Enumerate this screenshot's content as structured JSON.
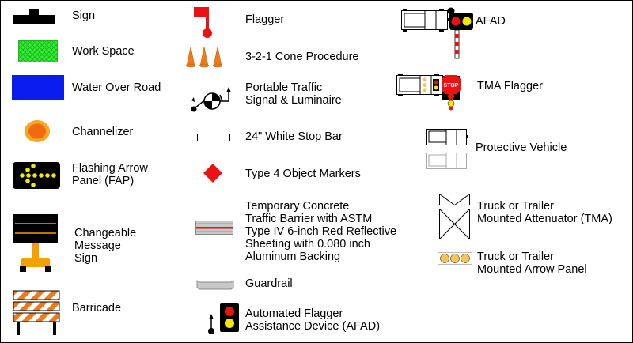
{
  "legend_items": [
    {
      "label": "Sign"
    },
    {
      "label": "Work Space"
    },
    {
      "label": "Water Over Road"
    },
    {
      "label": "Channelizer"
    },
    {
      "label_lines": [
        "Flashing Arrow",
        " Panel (FAP)"
      ]
    },
    {
      "label_lines": [
        "Changeable",
        "Message",
        "Sign"
      ]
    },
    {
      "label": "Barricade"
    },
    {
      "label": "Flagger"
    },
    {
      "label": "3-2-1 Cone Procedure"
    },
    {
      "label_lines": [
        "Portable Traffic",
        "Signal & Luminaire"
      ]
    },
    {
      "label": "24\" White Stop Bar"
    },
    {
      "label": "Type 4 Object Markers"
    },
    {
      "label_lines": [
        "Temporary Concrete",
        "Traffic Barrier with ASTM",
        "Type IV 6-inch Red Reflective",
        " Sheeting with 0.080 inch",
        "Aluminum Backing"
      ]
    },
    {
      "label": "Guardrail"
    },
    {
      "label_lines": [
        "Automated Flagger",
        "Assistance Device (AFAD)"
      ]
    },
    {
      "label": "AFAD"
    },
    {
      "label": "TMA Flagger"
    },
    {
      "label": "Protective Vehicle"
    },
    {
      "label_lines": [
        "Truck or Trailer",
        "Mounted Attenuator (TMA)"
      ]
    },
    {
      "label_lines": [
        "Truck or Trailer",
        "Mounted Arrow Panel"
      ]
    }
  ],
  "stop_sign_text": "STOP",
  "colors": {
    "work_space_green": "#33ee33",
    "water_blue": "#0a1cf0",
    "channelizer_orange": "#f06a10",
    "channelizer_rim": "#f5a623",
    "arrow_yellow": "#f2e800",
    "barricade_orange": "#f07a18",
    "barricade_stand_yellow": "#f5a000",
    "flag_red": "#ee1111",
    "barrier_gray": "#c8c8c8",
    "barrier_red": "#ee1111",
    "arrow_panel_lamp": "#f5c45a"
  }
}
